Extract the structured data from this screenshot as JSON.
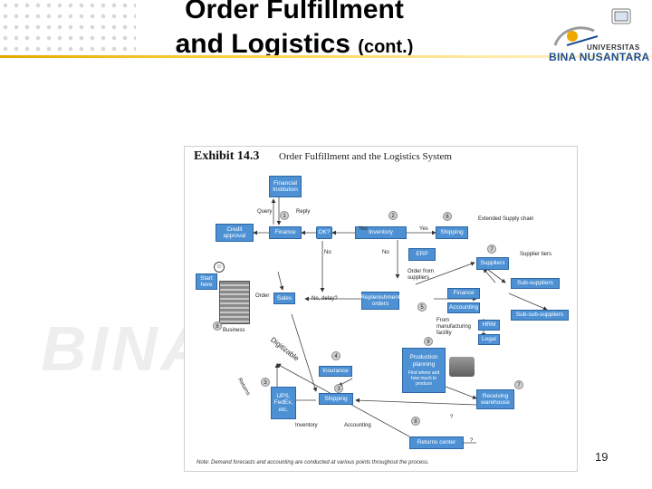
{
  "slide": {
    "title_line1": "Order Fulfillment",
    "title_line2": "and Logistics",
    "title_suffix": "(cont.)",
    "page_number": "19",
    "logo": {
      "universitas": "UNIVERSITAS",
      "name": "BINA NUSANTARA"
    },
    "watermark": "BINA"
  },
  "exhibit": {
    "title": "Exhibit 14.3",
    "subtitle": "Order Fulfillment and the Logistics System",
    "note": "Note: Demand forecasts and accounting are conducted at various points throughout the process.",
    "nodes": {
      "financial": "Financial Institution",
      "credit": "Credit approval",
      "finance": "Finance",
      "ok": "OK?",
      "inventory": "Inventory",
      "shipping_top": "Shipping",
      "erp": "ERP",
      "suppliers": "Suppliers",
      "sub_suppliers": "Sub-suppliers",
      "sub_sub_suppliers": "Sub-sub-suppliers",
      "start": "Start here",
      "sales": "Sales",
      "replenishment": "Replenishment orders",
      "finance2": "Finance",
      "accounting": "Accounting",
      "hrm": "HRM",
      "legal": "Legal",
      "production": "Production planning",
      "production_sub": "Find where and how much to produce",
      "insurance": "Insurance",
      "ups": "UPS, FedEx, etc.",
      "shipping_bottom": "Shipping",
      "receiving": "Receiving warehouse",
      "returns": "Returns center"
    },
    "labels": {
      "query": "Query",
      "reply": "Reply",
      "yes1": "Yes",
      "yes2": "Yes",
      "no1": "No",
      "no2": "No",
      "extended": "Extended Supply chain",
      "supplier_tiers": "Supplier tiers",
      "order_from_suppliers": "Order from suppliers",
      "order": "Order",
      "no_delay": "No, delay?",
      "from_manufacturing": "From manufacturing facility",
      "business": "Business",
      "digitizable": "Digitizable",
      "returns_label": "Returns",
      "inventory_bottom": "Inventory",
      "accounting_bottom": "Accounting",
      "q1": "?",
      "q2": "?"
    },
    "numbers": [
      "1",
      "2",
      "3",
      "4",
      "5",
      "6",
      "7",
      "7",
      "8",
      "9",
      "3",
      "8",
      "6"
    ]
  }
}
